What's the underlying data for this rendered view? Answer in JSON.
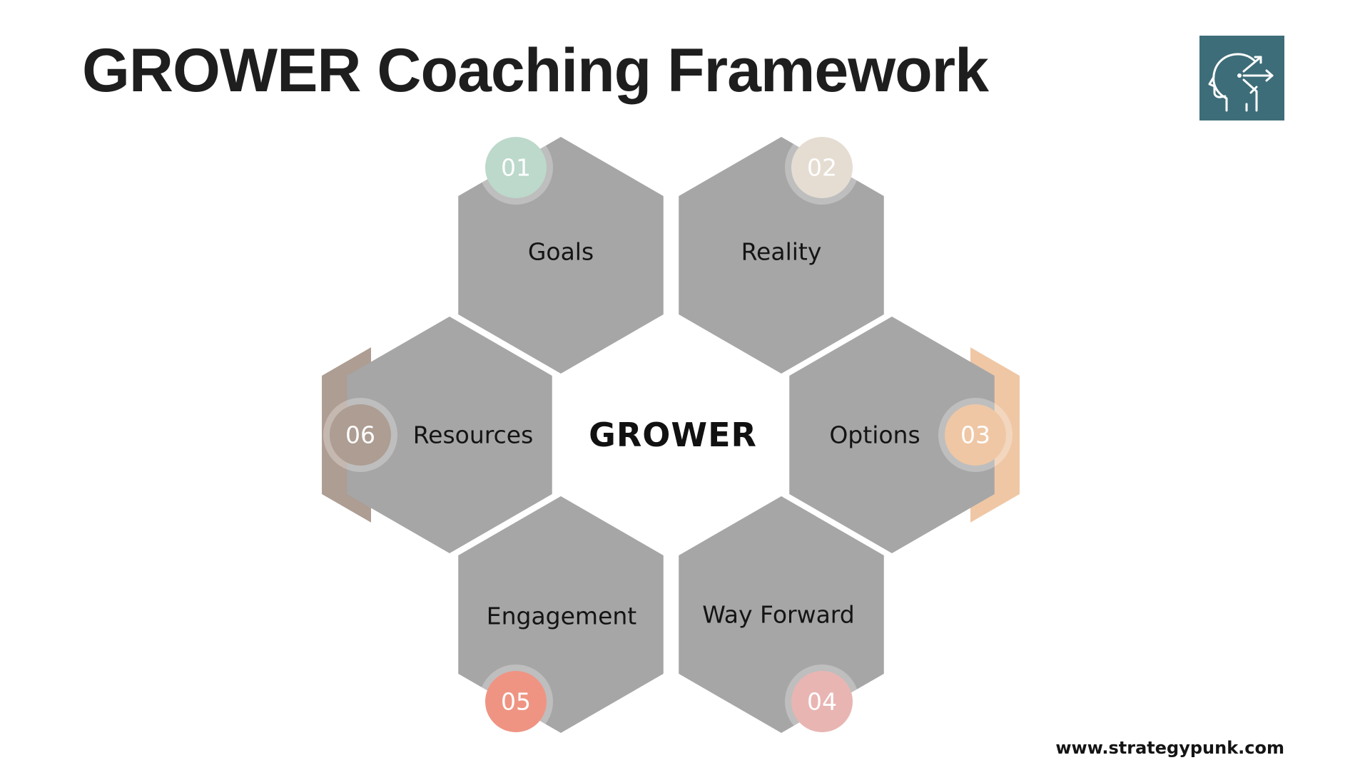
{
  "title": "GROWER Coaching Framework",
  "center_label": "GROWER",
  "footer": "www.strategypunk.com",
  "logo_icon": "head-arrows-icon",
  "hex_fill_color": "#a6a6a6",
  "steps": [
    {
      "number": "01",
      "label": "Goals",
      "color": "#bcd9cb"
    },
    {
      "number": "02",
      "label": "Reality",
      "color": "#e5ddd2"
    },
    {
      "number": "03",
      "label": "Options",
      "color": "#efc7a5"
    },
    {
      "number": "04",
      "label": "Way Forward",
      "color": "#e8b5b2"
    },
    {
      "number": "05",
      "label": "Engagement",
      "color": "#ef9483"
    },
    {
      "number": "06",
      "label": "Resources",
      "color": "#ad9d92"
    }
  ]
}
